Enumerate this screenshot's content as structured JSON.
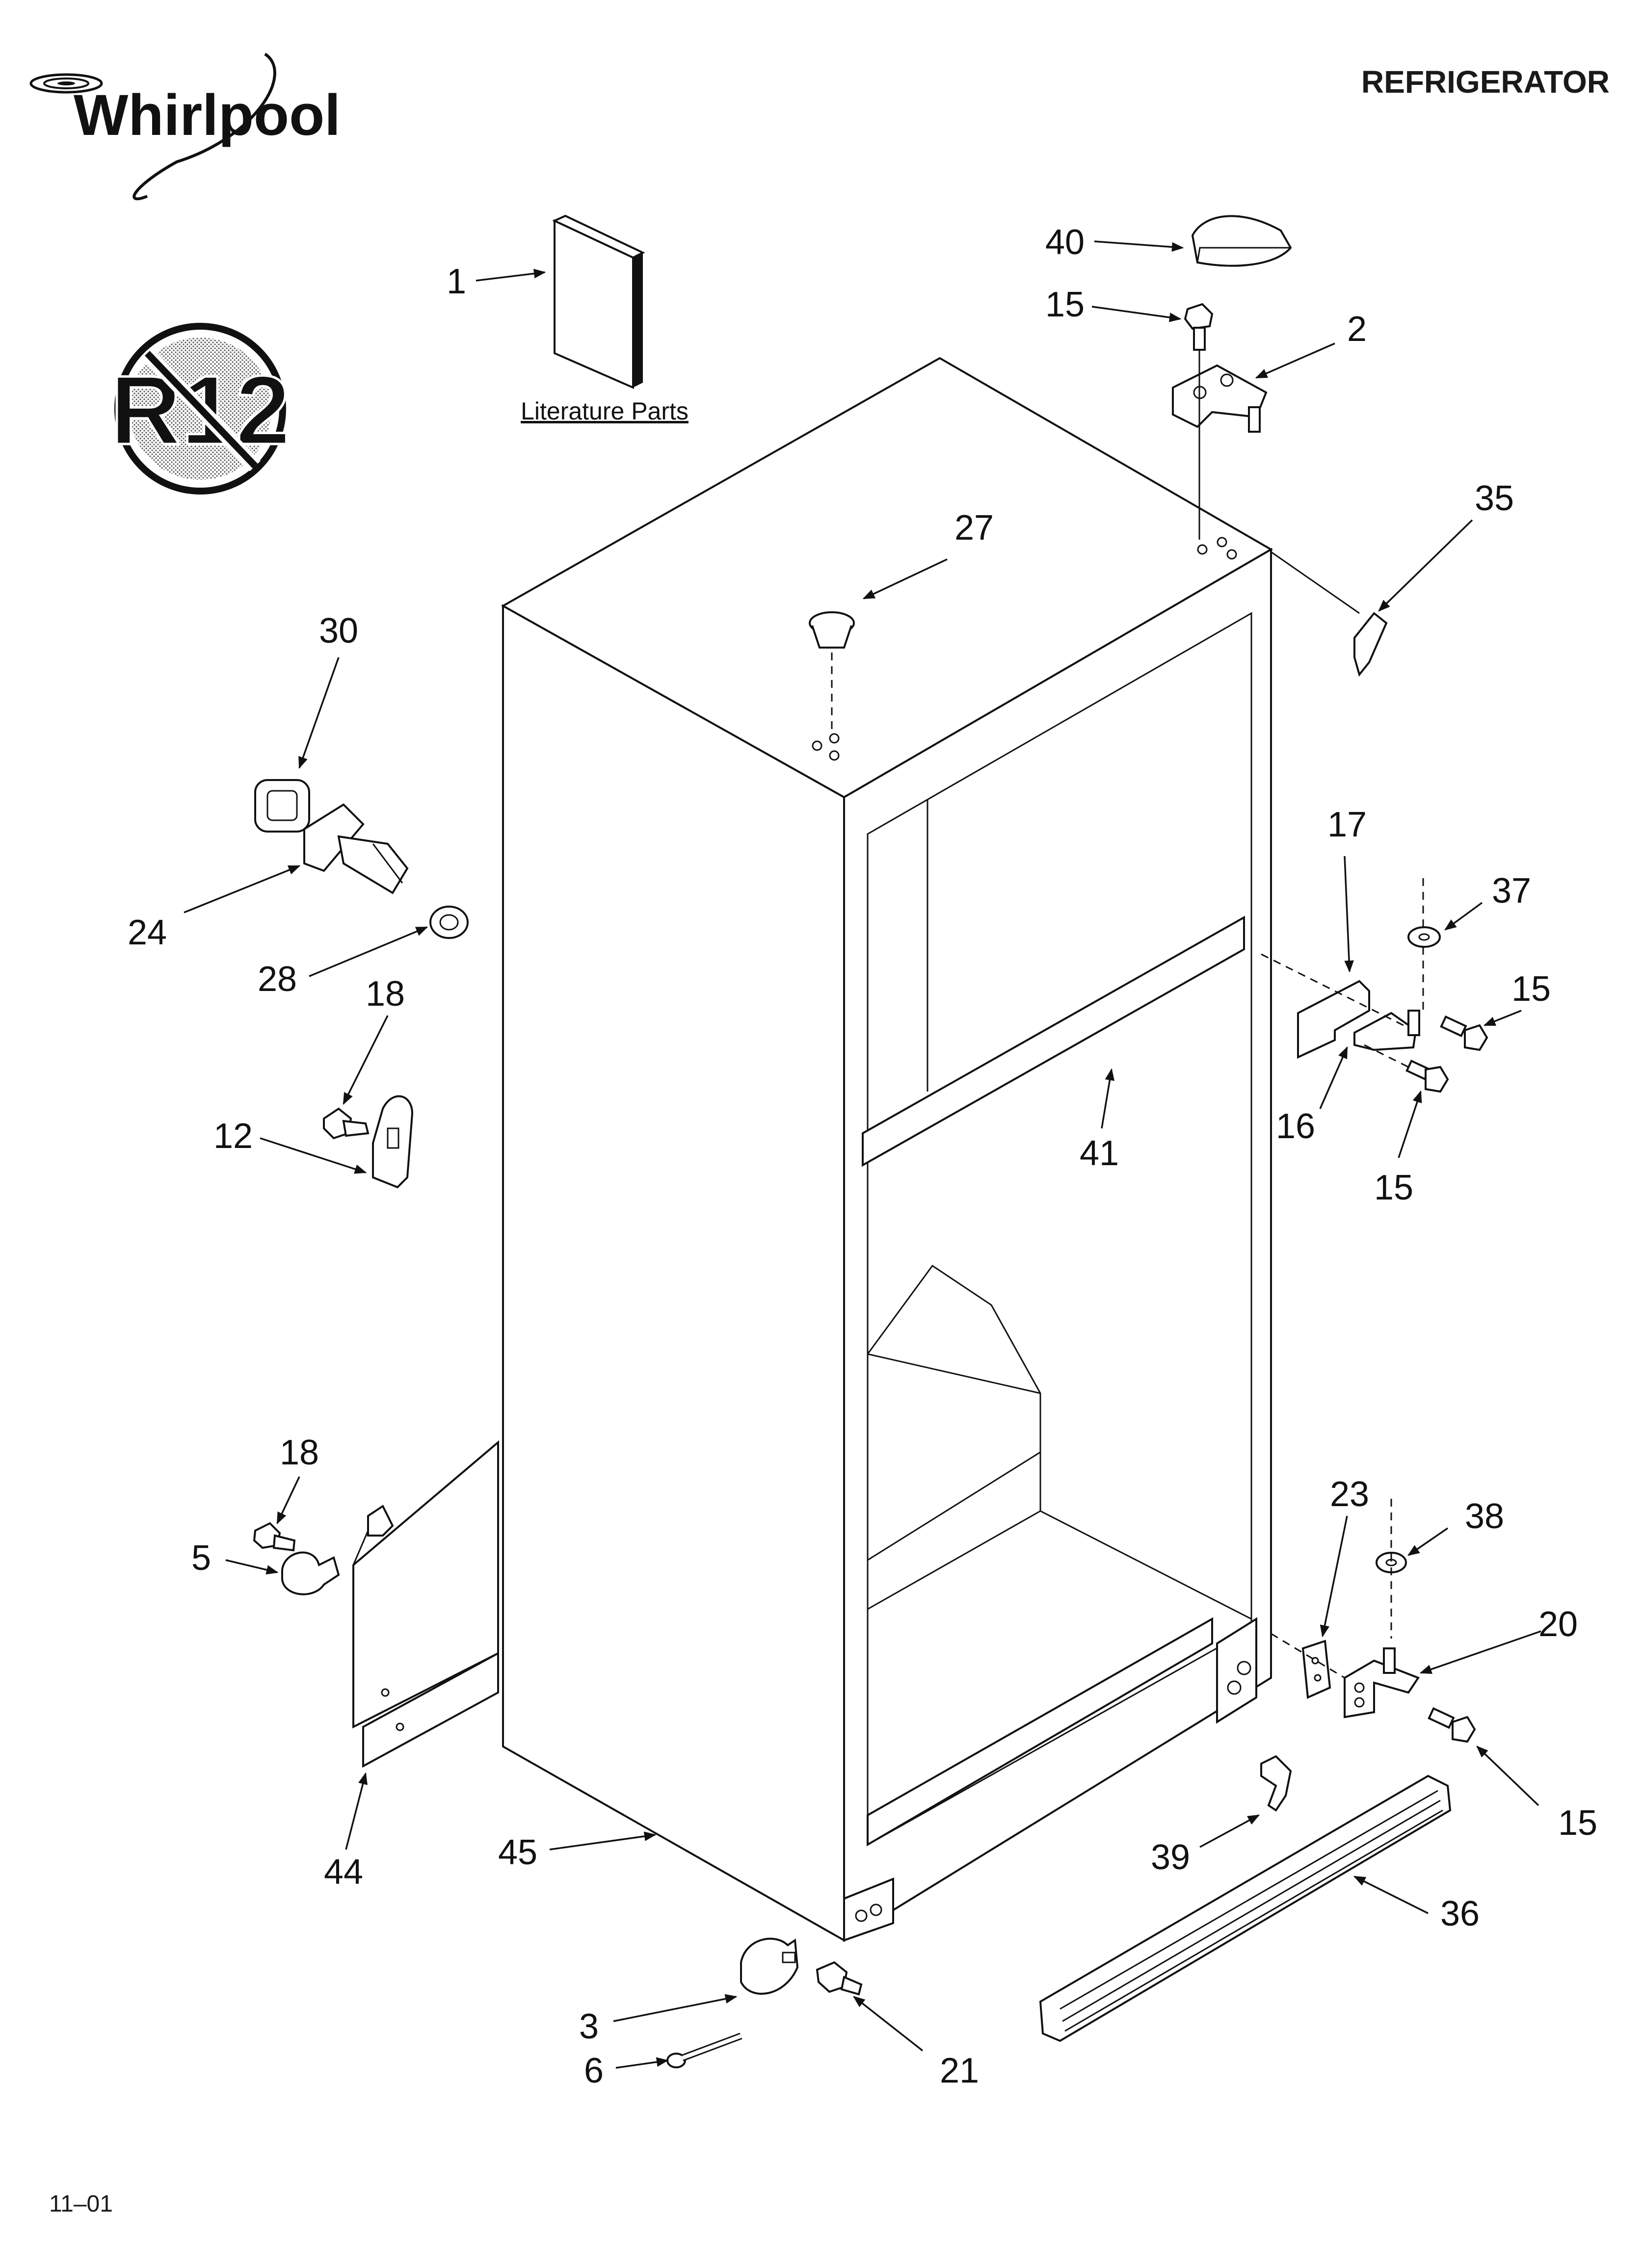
{
  "brand": {
    "logo_text": "Whirlpool"
  },
  "header": {
    "title": "REFRIGERATOR"
  },
  "badge": {
    "text": "R12"
  },
  "literature": {
    "label": "Literature Parts"
  },
  "footer": {
    "code": "11–01"
  },
  "callouts": [
    {
      "id": "c1",
      "label": "1"
    },
    {
      "id": "c40",
      "label": "40"
    },
    {
      "id": "c15a",
      "label": "15"
    },
    {
      "id": "c2",
      "label": "2"
    },
    {
      "id": "c35",
      "label": "35"
    },
    {
      "id": "c27",
      "label": "27"
    },
    {
      "id": "c30",
      "label": "30"
    },
    {
      "id": "c24",
      "label": "24"
    },
    {
      "id": "c28",
      "label": "28"
    },
    {
      "id": "c18a",
      "label": "18"
    },
    {
      "id": "c12",
      "label": "12"
    },
    {
      "id": "c17",
      "label": "17"
    },
    {
      "id": "c37",
      "label": "37"
    },
    {
      "id": "c15b",
      "label": "15"
    },
    {
      "id": "c16",
      "label": "16"
    },
    {
      "id": "c41",
      "label": "41"
    },
    {
      "id": "c15c",
      "label": "15"
    },
    {
      "id": "c18b",
      "label": "18"
    },
    {
      "id": "c5",
      "label": "5"
    },
    {
      "id": "c23",
      "label": "23"
    },
    {
      "id": "c38",
      "label": "38"
    },
    {
      "id": "c20",
      "label": "20"
    },
    {
      "id": "c15d",
      "label": "15"
    },
    {
      "id": "c39",
      "label": "39"
    },
    {
      "id": "c36",
      "label": "36"
    },
    {
      "id": "c44",
      "label": "44"
    },
    {
      "id": "c45",
      "label": "45"
    },
    {
      "id": "c3",
      "label": "3"
    },
    {
      "id": "c6",
      "label": "6"
    },
    {
      "id": "c21",
      "label": "21"
    }
  ]
}
